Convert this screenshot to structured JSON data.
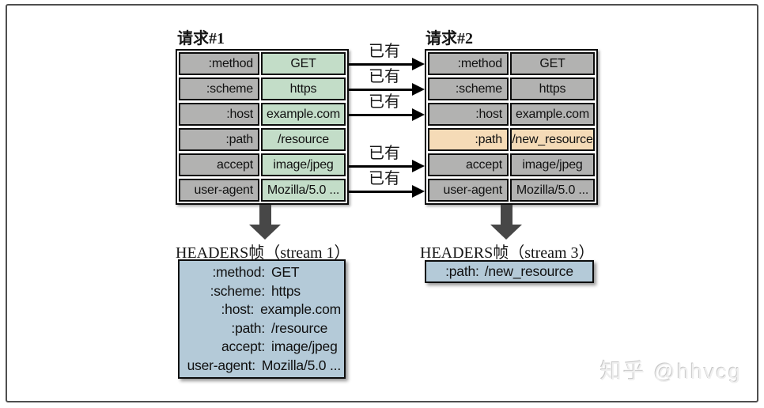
{
  "colors": {
    "cell_gray": "#b2b2b1",
    "cell_green": "#c3ddc8",
    "cell_peach": "#f5dbb7",
    "frame_blue": "#b4cad8",
    "arrow_dark": "#474747",
    "border_black": "#0d0d0d",
    "outer_frame": "#4f4f4f"
  },
  "request1": {
    "title": "请求#1",
    "rows": [
      {
        "name": ":method",
        "value": "GET"
      },
      {
        "name": ":scheme",
        "value": "https"
      },
      {
        "name": ":host",
        "value": "example.com"
      },
      {
        "name": ":path",
        "value": "/resource"
      },
      {
        "name": "accept",
        "value": "image/jpeg"
      },
      {
        "name": "user-agent",
        "value": "Mozilla/5.0 ..."
      }
    ]
  },
  "request2": {
    "title": "请求#2",
    "highlighted_row": ":path",
    "rows": [
      {
        "name": ":method",
        "value": "GET"
      },
      {
        "name": ":scheme",
        "value": "https"
      },
      {
        "name": ":host",
        "value": "example.com"
      },
      {
        "name": ":path",
        "value": "/new_resource"
      },
      {
        "name": "accept",
        "value": "image/jpeg"
      },
      {
        "name": "user-agent",
        "value": "Mozilla/5.0 ..."
      }
    ]
  },
  "arrows": {
    "label": "已有",
    "count": 5
  },
  "frame1": {
    "title": "HEADERS帧（stream 1）",
    "rows": [
      {
        "name": ":method:",
        "value": "GET"
      },
      {
        "name": ":scheme:",
        "value": "https"
      },
      {
        "name": ":host:",
        "value": "example.com"
      },
      {
        "name": ":path:",
        "value": "/resource"
      },
      {
        "name": "accept:",
        "value": "image/jpeg"
      },
      {
        "name": "user-agent:",
        "value": "Mozilla/5.0 ..."
      }
    ]
  },
  "frame3": {
    "title": "HEADERS帧（stream 3）",
    "row": {
      "name": ":path:",
      "value": "/new_resource"
    }
  },
  "watermark": "知乎 @hhvcg"
}
